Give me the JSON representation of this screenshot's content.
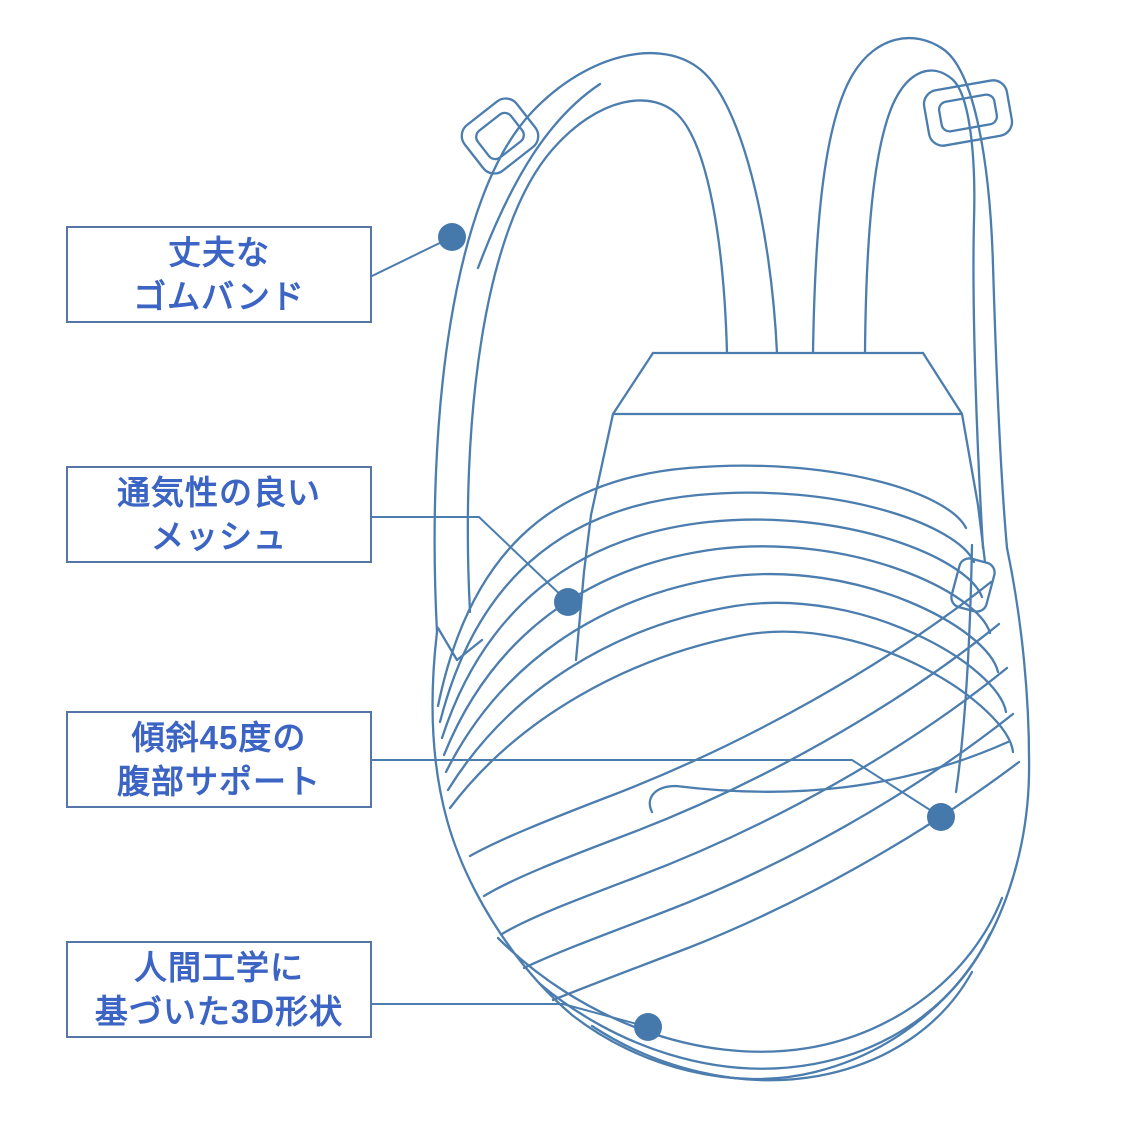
{
  "illustration": "posture-support belt line drawing with shoulder straps, adjuster buckles, mesh back panel and crossed abdominal belt",
  "colors": {
    "line": "#4b7dae",
    "dot": "#4579ab",
    "label_text": "#3b64c4",
    "label_border": "#5675a8",
    "background": "#ffffff"
  },
  "labels": [
    {
      "line1": "丈夫な",
      "line2": "ゴムバンド"
    },
    {
      "line1": "通気性の良い",
      "line2": "メッシュ"
    },
    {
      "line1": "傾斜45度の",
      "line2": "腹部サポート"
    },
    {
      "line1": "人間工学に",
      "line2": "基づいた3D形状"
    }
  ]
}
